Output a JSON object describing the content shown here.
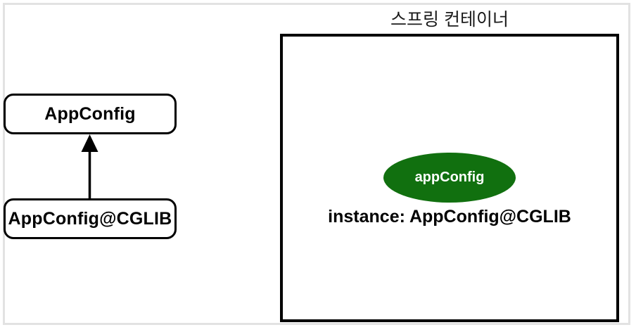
{
  "diagram": {
    "left_panel": {
      "parent_class": {
        "label": "AppConfig"
      },
      "child_class": {
        "label": "AppConfig@CGLIB"
      },
      "relation": {
        "kind": "inheritance-arrow",
        "from": "AppConfig@CGLIB",
        "to": "AppConfig",
        "color": "#000000"
      }
    },
    "right_panel": {
      "title": "스프링 컨테이너",
      "bean": {
        "name": "appConfig",
        "instance_label": "instance: AppConfig@CGLIB",
        "fill_color": "#11700f",
        "text_color": "#ffffff"
      },
      "border_color": "#000000"
    }
  }
}
